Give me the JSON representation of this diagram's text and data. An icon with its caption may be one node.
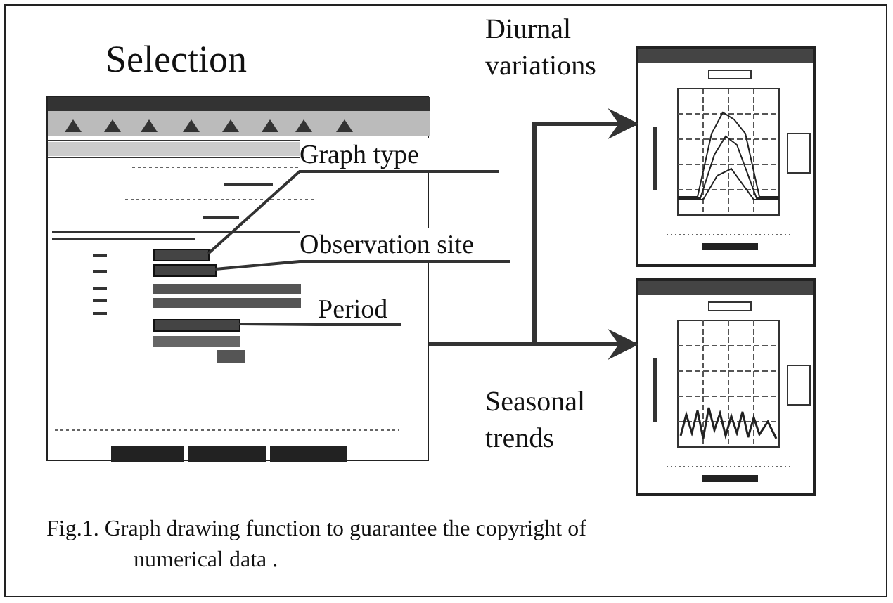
{
  "diagram": {
    "caption": "Fig.1. Graph drawing function to guarantee the copyright of numerical data .",
    "nodes": [
      {
        "text": [
          "Selection"
        ]
      },
      {
        "text": [
          "Graph type"
        ]
      },
      {
        "text": [
          "Observation site"
        ]
      },
      {
        "text": [
          "Period"
        ],
        "in": 0
      },
      {
        "text": [],
        "shape": "box",
        "in": 0
      },
      {
        "text": [],
        "shape": "box",
        "in": 0
      },
      {
        "text": [],
        "shape": "box",
        "in": 0
      },
      {
        "text": [],
        "shape": "picture"
      },
      {
        "text": [],
        "shape": "picture"
      }
    ],
    "edges": [
      {
        "from": 1,
        "to": 4,
        "arrow": "none"
      },
      {
        "from": 2,
        "to": 5,
        "arrow": "none"
      },
      {
        "from": 3,
        "to": 6,
        "arrow": "none"
      },
      {
        "from": 0,
        "to": 7,
        "arrow": "to",
        "label": "Diurnal variations"
      },
      {
        "from": 0,
        "to": 8,
        "arrow": "to",
        "label": "Seasonal trends"
      }
    ]
  }
}
